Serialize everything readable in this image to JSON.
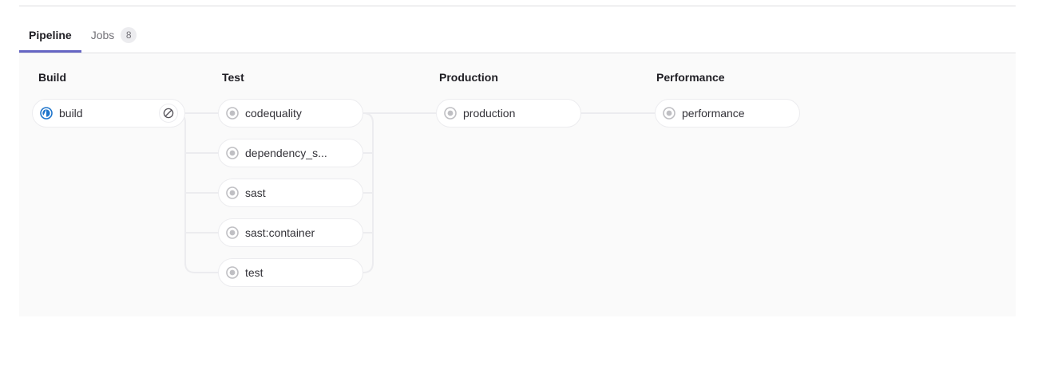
{
  "tabs": [
    {
      "label": "Pipeline",
      "name": "tab-pipeline",
      "active": true,
      "badge": null
    },
    {
      "label": "Jobs",
      "name": "tab-jobs",
      "active": false,
      "badge": "8"
    }
  ],
  "colors": {
    "accent": "#6666c4",
    "running": "#1f75cb",
    "created": "#bfbfc3",
    "canvas_bg": "#fafafa",
    "border": "#ececef",
    "text": "#333238"
  },
  "pipeline": {
    "stages": [
      {
        "name": "Build",
        "jobs": [
          {
            "name": "build",
            "status": "running",
            "status_icon": "status-running-icon",
            "action": "cancel",
            "action_icon": "cancel-icon"
          }
        ]
      },
      {
        "name": "Test",
        "jobs": [
          {
            "name": "codequality",
            "status": "created",
            "status_icon": "status-created-icon",
            "action": null,
            "action_icon": null
          },
          {
            "name": "dependency_s...",
            "status": "created",
            "status_icon": "status-created-icon",
            "action": null,
            "action_icon": null
          },
          {
            "name": "sast",
            "status": "created",
            "status_icon": "status-created-icon",
            "action": null,
            "action_icon": null
          },
          {
            "name": "sast:container",
            "status": "created",
            "status_icon": "status-created-icon",
            "action": null,
            "action_icon": null
          },
          {
            "name": "test",
            "status": "created",
            "status_icon": "status-created-icon",
            "action": null,
            "action_icon": null
          }
        ]
      },
      {
        "name": "Production",
        "jobs": [
          {
            "name": "production",
            "status": "created",
            "status_icon": "status-created-icon",
            "action": null,
            "action_icon": null
          }
        ]
      },
      {
        "name": "Performance",
        "jobs": [
          {
            "name": "performance",
            "status": "created",
            "status_icon": "status-created-icon",
            "action": null,
            "action_icon": null
          }
        ]
      }
    ]
  }
}
